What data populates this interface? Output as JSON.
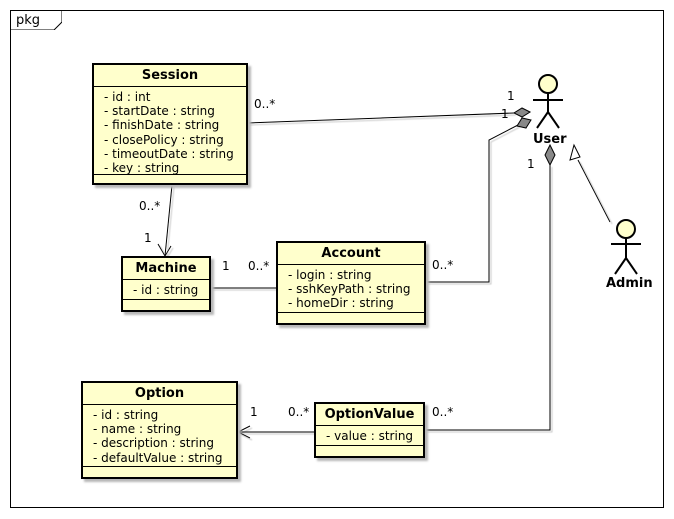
{
  "package": {
    "label": "pkg"
  },
  "classes": {
    "session": {
      "name": "Session",
      "attributes": [
        "- id : int",
        "- startDate : string",
        "- finishDate : string",
        "- closePolicy : string",
        "- timeoutDate : string",
        "- key : string"
      ]
    },
    "machine": {
      "name": "Machine",
      "attributes": [
        "- id : string"
      ]
    },
    "account": {
      "name": "Account",
      "attributes": [
        "- login : string",
        "- sshKeyPath : string",
        "- homeDir : string"
      ]
    },
    "option": {
      "name": "Option",
      "attributes": [
        "- id : string",
        "- name : string",
        "- description : string",
        "- defaultValue : string"
      ]
    },
    "option_value": {
      "name": "OptionValue",
      "attributes": [
        "- value : string"
      ]
    }
  },
  "actors": {
    "user": {
      "name": "User"
    },
    "admin": {
      "name": "Admin"
    }
  },
  "multiplicities": {
    "session_user_session_end": "0..*",
    "session_user_user_end": "1",
    "account_user_user_end": "1",
    "account_user_account_end": "0..*",
    "session_machine_session_end": "0..*",
    "session_machine_machine_end": "1",
    "machine_account_machine_end": "1",
    "machine_account_account_end": "0..*",
    "optionvalue_user_user_end": "1",
    "optionvalue_user_optionvalue_end": "0..*",
    "option_optionvalue_option_end": "1",
    "option_optionvalue_optionvalue_end": "0..*"
  },
  "colors": {
    "class_fill": "#ffffcc",
    "border": "#000000",
    "shadow": "#b8b8b8"
  }
}
